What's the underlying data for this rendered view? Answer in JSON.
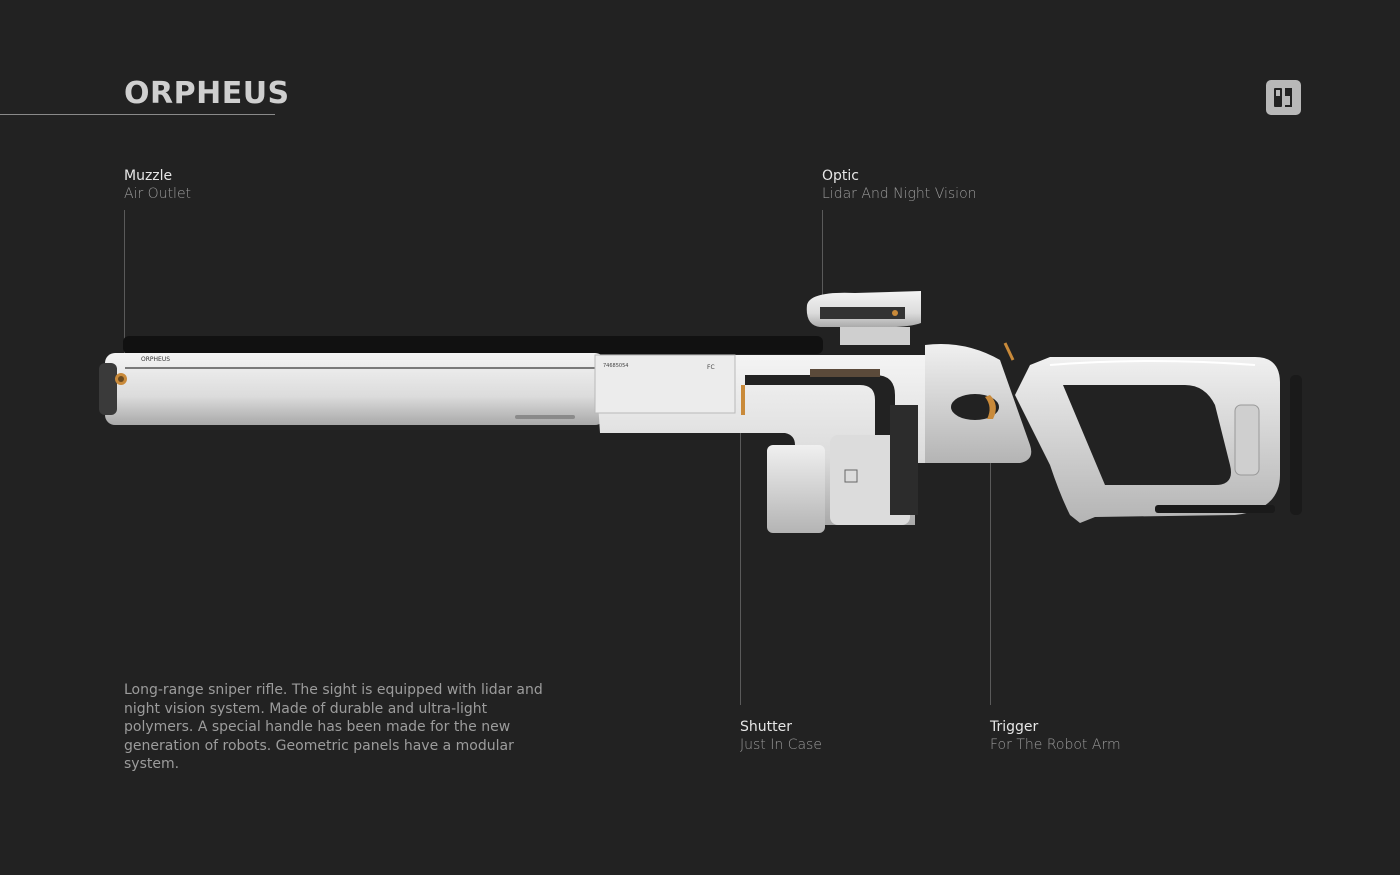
{
  "header": {
    "title": "ORPHEUS",
    "logo_icon": "studio-logo-icon"
  },
  "callouts": {
    "muzzle": {
      "name": "Muzzle",
      "desc": "Air Outlet"
    },
    "optic": {
      "name": "Optic",
      "desc": "Lidar And Night Vision"
    },
    "shutter": {
      "name": "Shutter",
      "desc": "Just In Case"
    },
    "trigger": {
      "name": "Trigger",
      "desc": "For The Robot Arm"
    }
  },
  "rifle": {
    "brand_mark": "ORPHEUS",
    "serial": "74685054",
    "fc_mark": "FC"
  },
  "description": "Long-range sniper rifle. The sight is equipped with lidar and night vision system. Made of durable and ultra-light polymers. A special handle has been made for the new generation of robots. Geometric panels have a modular system.",
  "colors": {
    "background": "#222222",
    "rifle_body": "#e6e6e6",
    "accent": "#c98a3a"
  }
}
